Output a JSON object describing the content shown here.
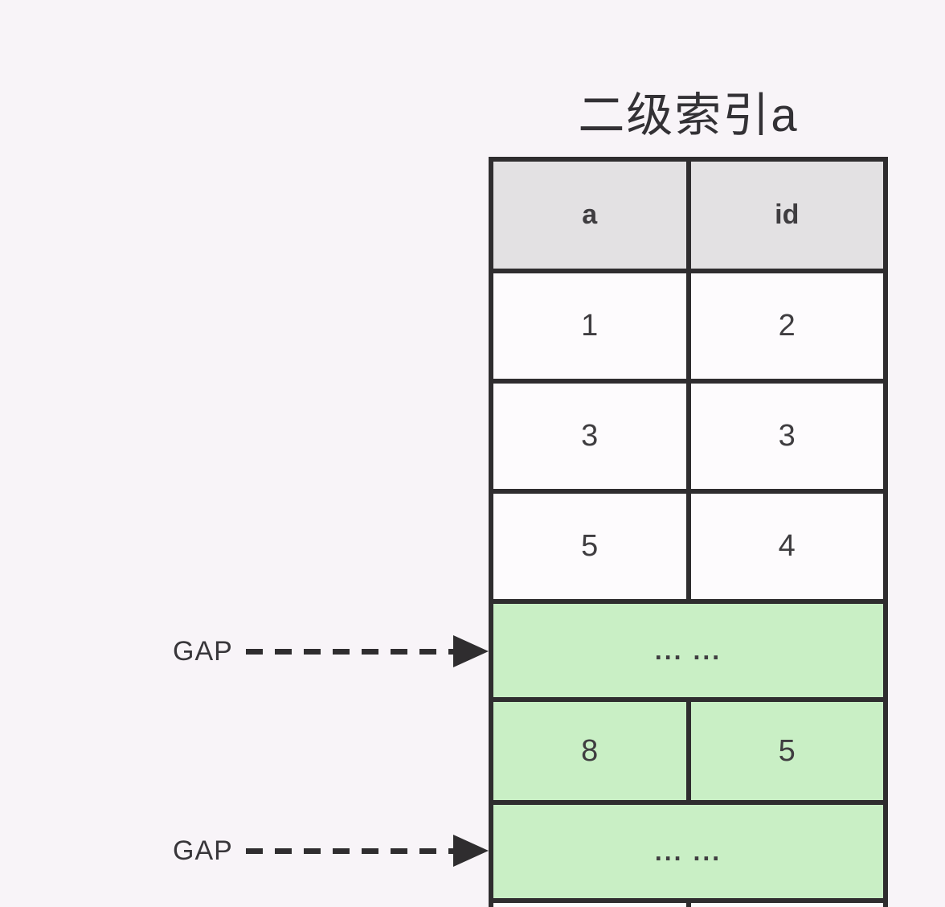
{
  "title": "二级索引a",
  "table": {
    "header": {
      "col_a": "a",
      "col_id": "id"
    },
    "rows": [
      {
        "kind": "data",
        "variant": "plain",
        "a": "1",
        "id": "2"
      },
      {
        "kind": "data",
        "variant": "plain",
        "a": "3",
        "id": "3"
      },
      {
        "kind": "data",
        "variant": "plain",
        "a": "5",
        "id": "4"
      },
      {
        "kind": "merged",
        "variant": "green",
        "label": "... ..."
      },
      {
        "kind": "data",
        "variant": "green",
        "a": "8",
        "id": "5"
      },
      {
        "kind": "merged",
        "variant": "green",
        "label": "... ..."
      },
      {
        "kind": "data",
        "variant": "plain",
        "a": "",
        "id": "",
        "partial": true
      }
    ]
  },
  "annotations": {
    "gap1": "GAP",
    "gap2": "GAP"
  },
  "colors": {
    "background": "#f8f4f8",
    "header_fill": "#e3e1e3",
    "cell_fill": "#fdfbfd",
    "green_fill": "#c9efc5",
    "border": "#2f2d2f",
    "text": "#3f3d40"
  }
}
